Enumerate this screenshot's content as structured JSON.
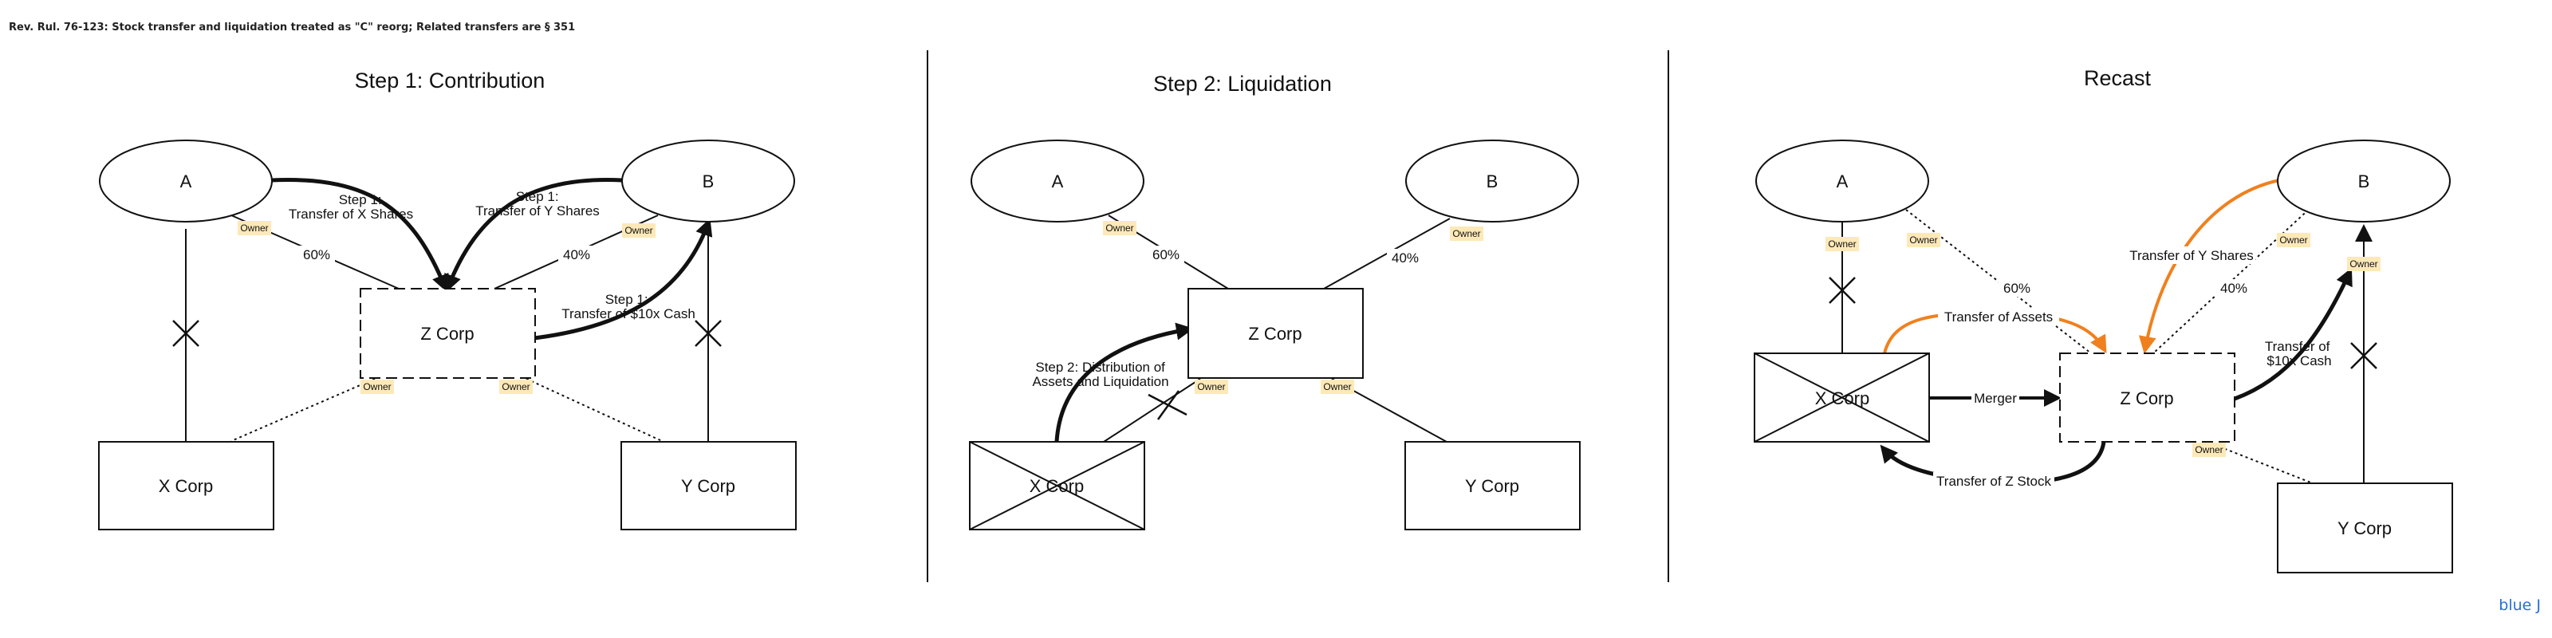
{
  "header": {
    "title": "Rev. Rul. 76-123: Stock transfer and liquidation treated as \"C\" reorg; Related transfers are § 351"
  },
  "brand": {
    "logo_text": "blue J"
  },
  "colors": {
    "accent_arrow": "#f0801e",
    "owner_badge": "#fde9b8",
    "line": "#111111",
    "brand": "#2a6fd6"
  },
  "badge_text": "Owner",
  "panels": [
    {
      "title": "Step 1: Contribution",
      "nodes": {
        "a": "A",
        "b": "B",
        "z": "Z Corp",
        "x": "X Corp",
        "y": "Y Corp"
      },
      "labels": {
        "pct_a": "60%",
        "pct_b": "40%",
        "a_transfer": [
          "Step 1:",
          "Transfer of X Shares"
        ],
        "b_transfer": [
          "Step 1:",
          "Transfer of Y Shares"
        ],
        "cash": [
          "Step 1:",
          "Transfer of $10x Cash"
        ]
      }
    },
    {
      "title": "Step 2: Liquidation",
      "nodes": {
        "a": "A",
        "b": "B",
        "z": "Z Corp",
        "x": "X Corp",
        "y": "Y Corp"
      },
      "labels": {
        "pct_a": "60%",
        "pct_b": "40%",
        "distribution": [
          "Step 2: Distribution of",
          "Assets and Liquidation"
        ]
      }
    },
    {
      "title": "Recast",
      "nodes": {
        "a": "A",
        "b": "B",
        "z": "Z Corp",
        "x": "X Corp",
        "y": "Y Corp"
      },
      "labels": {
        "pct_a": "60%",
        "pct_b": "40%",
        "assets": "Transfer of Assets",
        "merger": "Merger",
        "z_stock": "Transfer of Z Stock",
        "y_shares": "Transfer of Y Shares",
        "cash": [
          "Transfer of",
          "$10x Cash"
        ]
      }
    }
  ]
}
